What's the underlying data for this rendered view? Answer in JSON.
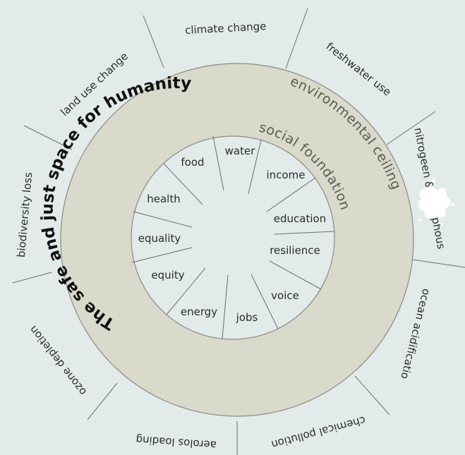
{
  "colors": {
    "background": "#e3eaea",
    "ring": "#d9d9cc",
    "ring_stroke": "#8a8a82",
    "inner_disc": "#e3eaea"
  },
  "main_title": "The safe and just space for humanity",
  "environmental_ceiling_label": "environmental ceiling",
  "social_foundation_label": "social foundation",
  "planetary_boundaries": [
    "climate change",
    "freshwater use",
    "nitrogeen & phosphous",
    "ocean acidificatio",
    "chemical pollution",
    "aerolos loading",
    "ozone depletion",
    "biodiversity loss",
    "land use change"
  ],
  "social_foundations": [
    "water",
    "income",
    "education",
    "resilience",
    "voice",
    "jobs",
    "energy",
    "equity",
    "equality",
    "health",
    "food"
  ],
  "icons": {
    "decorative_splash": "paint-splash-icon"
  }
}
